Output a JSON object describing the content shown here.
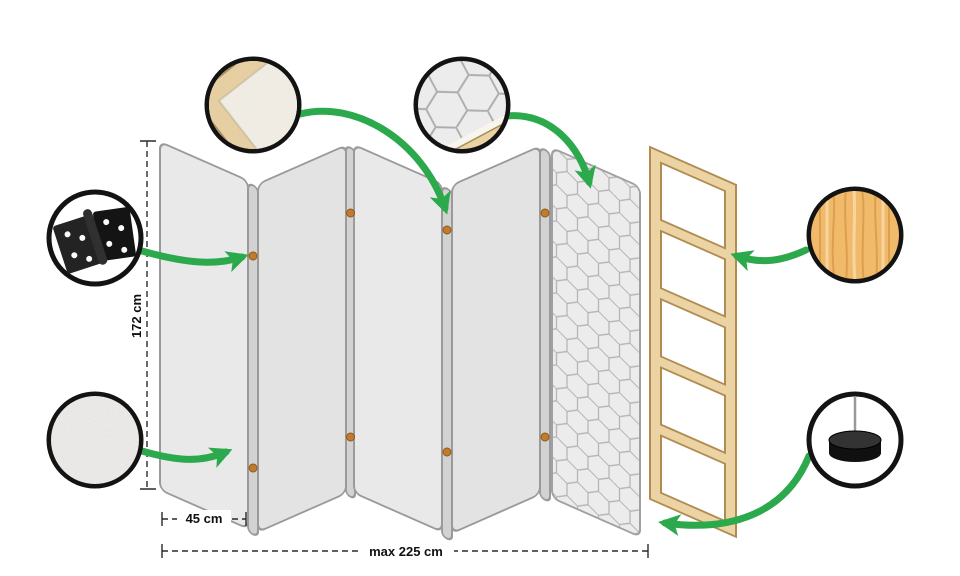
{
  "dimensions": {
    "height": "172 cm",
    "panel_width": "45 cm",
    "max_width": "max 225 cm"
  },
  "colors": {
    "arrow_green": "#2ca94c",
    "panel_gray": "#e9e9e9",
    "panel_border": "#9a9a9a",
    "fold_edge_gray": "#d2d2d2",
    "wood_frame": "#ecd3a3",
    "wood_frame_border": "#b08c50",
    "wood_texture": "#f1ba6b",
    "hinge_black": "#1c1c1c",
    "callout_ring": "#131313",
    "hinge_pin_dot": "#bf7c2e"
  },
  "callouts": [
    {
      "name": "frame-corner-detail"
    },
    {
      "name": "panel-corner-pattern-detail"
    },
    {
      "name": "hinge-detail"
    },
    {
      "name": "canvas-texture-detail"
    },
    {
      "name": "wood-material-detail"
    },
    {
      "name": "foot-detail"
    }
  ]
}
